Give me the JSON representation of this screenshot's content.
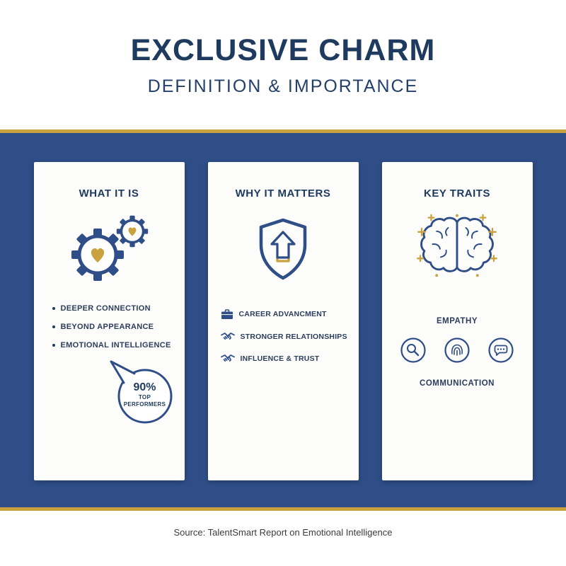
{
  "header": {
    "title": "EXCLUSIVE CHARM",
    "subtitle": "DEFINITION & IMPORTANCE"
  },
  "colors": {
    "navy": "#2f4e88",
    "navy_text": "#1e3a5e",
    "gold": "#c9a13e",
    "card_bg": "#fcfcfa"
  },
  "cards": [
    {
      "heading": "WHAT IT IS",
      "icon": "gears-with-hearts",
      "bullets": [
        "DEEPER CONNECTION",
        "BEYOND APPEARANCE",
        "EMOTIONAL INTELLIGENCE"
      ],
      "badge": {
        "value": "90%",
        "line1": "TOP",
        "line2": "PERFORMERS"
      }
    },
    {
      "heading": "WHY IT MATTERS",
      "icon": "shield-with-up-arrow",
      "items": [
        {
          "icon": "briefcase",
          "label": "CAREER ADVANCMENT"
        },
        {
          "icon": "handshake",
          "label": "STRONGER RELATIONSHIPS"
        },
        {
          "icon": "handshake",
          "label": "INFLUENCE & TRUST"
        }
      ]
    },
    {
      "heading": "KEY TRAITS",
      "icon": "brain-with-sparkles",
      "trait_top": "EMPATHY",
      "trait_icons": [
        "magnifier",
        "fingerprint",
        "chat-bubble"
      ],
      "trait_bottom": "COMMUNICATION"
    }
  ],
  "footer": {
    "source": "Source: TalentSmart Report on Emotional Intelligence"
  }
}
